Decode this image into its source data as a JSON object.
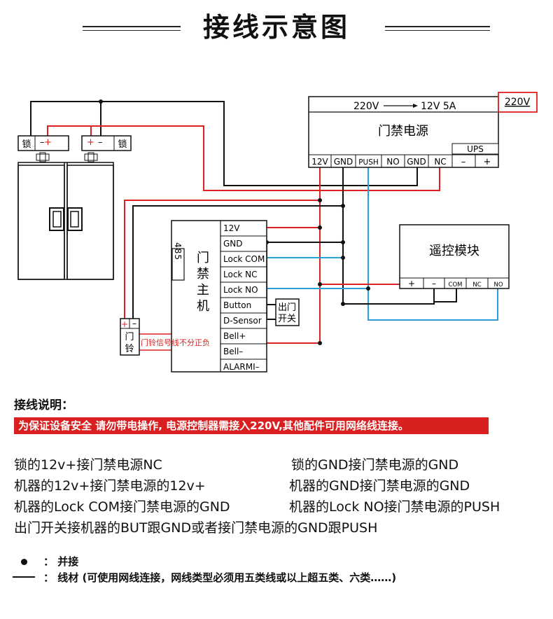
{
  "title": "接线示意图",
  "power_supply": {
    "input_label": "220V",
    "output_label": "12V 5A",
    "name": "门禁电源",
    "ups_label": "UPS",
    "ups_minus": "–",
    "ups_plus": "+",
    "terminals": [
      "12V",
      "GND",
      "PUSH",
      "NO",
      "GND",
      "NC"
    ],
    "mains_label": "220V"
  },
  "locks": {
    "left_label": "锁",
    "right_label": "锁",
    "plus": "+",
    "minus": "–",
    "magnet_symbol": "[]"
  },
  "controller": {
    "name_chars": [
      "门",
      "禁",
      "主",
      "机"
    ],
    "port_label": "485",
    "terminals": [
      "12V",
      "GND",
      "Lock COM",
      "Lock NC",
      "Lock NO",
      "Button",
      "D-Sensor",
      "Bell+",
      "Bell–",
      "ALARMI–"
    ]
  },
  "exit_button": {
    "line1": "出门",
    "line2": "开关"
  },
  "doorbell": {
    "line1": "门",
    "line2": "铃",
    "plus": "+",
    "minus": "–"
  },
  "doorbell_note": "门铃信号线不分正负",
  "remote_module": {
    "name": "遥控模块",
    "terminals": [
      "+",
      "–",
      "COM",
      "NC",
      "NO"
    ]
  },
  "notes": {
    "title": "接线说明：",
    "warning": "为保证设备安全 请勿带电操作, 电源控制器需接入220V,其他配件可用网络线连接。",
    "lines": [
      "锁的12v+接门禁电源NC",
      "锁的GND接门禁电源的GND",
      "机器的12v+接门禁电源的12v+",
      "机器的GND接门禁电源的GND",
      "机器的Lock COM接门禁电源的GND",
      "机器的Lock NO接门禁电源的PUSH",
      "出门开关接机器的BUT跟GND或者接门禁电源的GND跟PUSH"
    ]
  },
  "legend": {
    "junction": "： 并接",
    "wire": "： 线材 (可使用网线连接，网线类型必须用五类线或以上超五类、六类……)"
  },
  "colors": {
    "red_wire": "#e02020",
    "black_wire": "#111111",
    "blue_wire": "#2a9fd6",
    "warning_bg": "#d92020"
  }
}
